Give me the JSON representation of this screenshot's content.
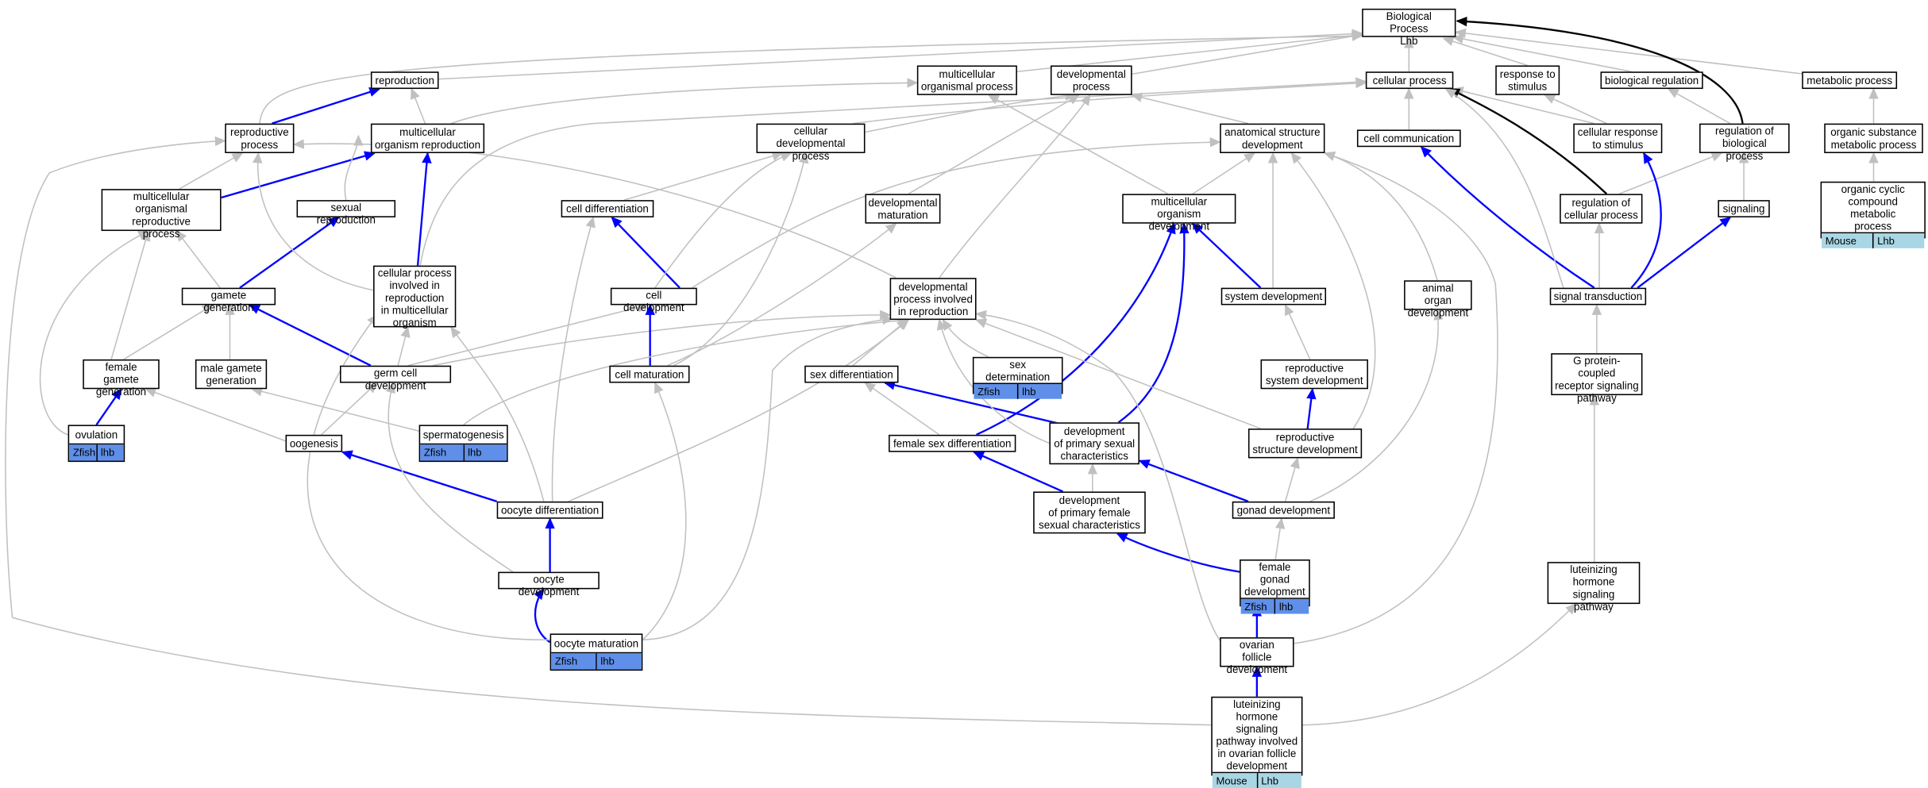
{
  "colors": {
    "edge_gray": "#c0c0c0",
    "edge_blue": "#0000ff",
    "edge_black": "#000000",
    "zfish_fill": "#5f8fe8",
    "mouse_fill": "#a9d6e4"
  },
  "nodes": [
    {
      "id": "bp",
      "label": "Biological Process\nLhb"
    },
    {
      "id": "reproduction",
      "label": "reproduction"
    },
    {
      "id": "mcop",
      "label": "multicellular\norganismal process"
    },
    {
      "id": "devproc",
      "label": "developmental\nprocess"
    },
    {
      "id": "cellproc",
      "label": "cellular process"
    },
    {
      "id": "respstim",
      "label": "response to\nstimulus"
    },
    {
      "id": "bioreg",
      "label": "biological regulation"
    },
    {
      "id": "metab",
      "label": "metabolic process"
    },
    {
      "id": "reproproc",
      "label": "reproductive\nprocess"
    },
    {
      "id": "mcorgrep",
      "label": "multicellular\norganism reproduction"
    },
    {
      "id": "celldevproc",
      "label": "cellular developmental\nprocess"
    },
    {
      "id": "anatdev",
      "label": "anatomical structure\ndevelopment"
    },
    {
      "id": "cellcomm",
      "label": "cell communication"
    },
    {
      "id": "cellresp",
      "label": "cellular response\nto stimulus"
    },
    {
      "id": "regbio",
      "label": "regulation of\nbiological process"
    },
    {
      "id": "orgsub",
      "label": "organic substance\nmetabolic process"
    },
    {
      "id": "mcorgrepproc",
      "label": "multicellular\norganismal reproductive\nprocess"
    },
    {
      "id": "sexrep",
      "label": "sexual reproduction"
    },
    {
      "id": "celldiff",
      "label": "cell differentiation"
    },
    {
      "id": "devmat",
      "label": "developmental\nmaturation"
    },
    {
      "id": "mcorgdev",
      "label": "multicellular\norganism development"
    },
    {
      "id": "regcell",
      "label": "regulation of\ncellular process"
    },
    {
      "id": "signaling",
      "label": "signaling"
    },
    {
      "id": "orgcyc",
      "label": "organic cyclic\ncompound metabolic\nprocess",
      "anns": [
        "Mouse",
        "Lhb"
      ],
      "ann_type": "mouse"
    },
    {
      "id": "gamgen",
      "label": "gamete generation"
    },
    {
      "id": "cpimr",
      "label": "cellular process\ninvolved in\nreproduction\nin multicellular\norganism"
    },
    {
      "id": "celldev",
      "label": "cell development"
    },
    {
      "id": "dpir",
      "label": "developmental\nprocess involved\nin reproduction"
    },
    {
      "id": "sysdev",
      "label": "system development"
    },
    {
      "id": "animorg",
      "label": "animal organ\ndevelopment"
    },
    {
      "id": "sigtrans",
      "label": "signal transduction"
    },
    {
      "id": "femgam",
      "label": "female gamete\ngeneration"
    },
    {
      "id": "malegam",
      "label": "male gamete\ngeneration"
    },
    {
      "id": "germcell",
      "label": "germ cell development"
    },
    {
      "id": "cellmat",
      "label": "cell maturation"
    },
    {
      "id": "sexdiff",
      "label": "sex differentiation"
    },
    {
      "id": "sexdet",
      "label": "sex determination",
      "anns": [
        "Zfish",
        "lhb"
      ],
      "ann_type": "zfish"
    },
    {
      "id": "repsysdev",
      "label": "reproductive\nsystem development"
    },
    {
      "id": "gpcr",
      "label": "G protein-coupled\nreceptor signaling\npathway"
    },
    {
      "id": "ovulation",
      "label": "ovulation",
      "anns": [
        "Zfish",
        "lhb"
      ],
      "ann_type": "zfish"
    },
    {
      "id": "oogenesis",
      "label": "oogenesis"
    },
    {
      "id": "spermato",
      "label": "spermatogenesis",
      "anns": [
        "Zfish",
        "lhb"
      ],
      "ann_type": "zfish"
    },
    {
      "id": "femsexdiff",
      "label": "female sex differentiation"
    },
    {
      "id": "devprimsex",
      "label": "development\nof primary sexual\ncharacteristics"
    },
    {
      "id": "repstructdev",
      "label": "reproductive\nstructure development"
    },
    {
      "id": "oocytediff",
      "label": "oocyte differentiation"
    },
    {
      "id": "devprimfem",
      "label": "development\nof primary female\nsexual characteristics"
    },
    {
      "id": "gonaddev",
      "label": "gonad development"
    },
    {
      "id": "femgonad",
      "label": "female gonad\ndevelopment",
      "anns": [
        "Zfish",
        "lhb"
      ],
      "ann_type": "zfish"
    },
    {
      "id": "lhsig",
      "label": "luteinizing\nhormone signaling\npathway"
    },
    {
      "id": "oocytedev",
      "label": "oocyte development"
    },
    {
      "id": "oocytemat",
      "label": "oocyte maturation",
      "anns": [
        "Zfish",
        "lhb"
      ],
      "ann_type": "zfish"
    },
    {
      "id": "ovfoll",
      "label": "ovarian follicle\ndevelopment"
    },
    {
      "id": "lhovfoll",
      "label": "luteinizing\nhormone signaling\npathway involved\nin ovarian follicle\ndevelopment",
      "anns": [
        "Mouse",
        "Lhb"
      ],
      "ann_type": "mouse"
    }
  ],
  "edges": [
    {
      "from": "reproduction",
      "to": "bp",
      "type": "gray"
    },
    {
      "from": "mcop",
      "to": "bp",
      "type": "gray"
    },
    {
      "from": "devproc",
      "to": "bp",
      "type": "gray"
    },
    {
      "from": "cellproc",
      "to": "bp",
      "type": "gray"
    },
    {
      "from": "respstim",
      "to": "bp",
      "type": "gray"
    },
    {
      "from": "bioreg",
      "to": "bp",
      "type": "gray"
    },
    {
      "from": "metab",
      "to": "bp",
      "type": "gray"
    },
    {
      "from": "regbio",
      "to": "bp",
      "type": "black"
    },
    {
      "from": "reproproc",
      "to": "bp",
      "type": "gray"
    },
    {
      "from": "reproproc",
      "to": "reproduction",
      "type": "blue"
    },
    {
      "from": "mcorgrep",
      "to": "reproduction",
      "type": "gray"
    },
    {
      "from": "mcorgrep",
      "to": "mcop",
      "type": "gray"
    },
    {
      "from": "celldevproc",
      "to": "cellproc",
      "type": "gray"
    },
    {
      "from": "celldevproc",
      "to": "devproc",
      "type": "gray"
    },
    {
      "from": "anatdev",
      "to": "devproc",
      "type": "gray"
    },
    {
      "from": "cellcomm",
      "to": "cellproc",
      "type": "gray"
    },
    {
      "from": "cellresp",
      "to": "cellproc",
      "type": "gray"
    },
    {
      "from": "cellresp",
      "to": "respstim",
      "type": "gray"
    },
    {
      "from": "regbio",
      "to": "bioreg",
      "type": "gray"
    },
    {
      "from": "orgsub",
      "to": "metab",
      "type": "gray"
    },
    {
      "from": "mcorgrepproc",
      "to": "reproproc",
      "type": "gray"
    },
    {
      "from": "mcorgrepproc",
      "to": "mcorgrep",
      "type": "blue"
    },
    {
      "from": "sexrep",
      "to": "reproproc",
      "type": "gray"
    },
    {
      "from": "celldiff",
      "to": "celldevproc",
      "type": "gray"
    },
    {
      "from": "devmat",
      "to": "devproc",
      "type": "gray"
    },
    {
      "from": "mcorgdev",
      "to": "mcop",
      "type": "gray"
    },
    {
      "from": "mcorgdev",
      "to": "anatdev",
      "type": "gray"
    },
    {
      "from": "regcell",
      "to": "cellproc",
      "type": "black"
    },
    {
      "from": "regcell",
      "to": "regbio",
      "type": "gray"
    },
    {
      "from": "signaling",
      "to": "regbio",
      "type": "gray"
    },
    {
      "from": "orgcyc",
      "to": "orgsub",
      "type": "gray"
    },
    {
      "from": "gamgen",
      "to": "mcorgrepproc",
      "type": "gray"
    },
    {
      "from": "gamgen",
      "to": "sexrep",
      "type": "blue"
    },
    {
      "from": "cpimr",
      "to": "mcorgrep",
      "type": "blue"
    },
    {
      "from": "cpimr",
      "to": "reproproc",
      "type": "gray"
    },
    {
      "from": "cpimr",
      "to": "cellproc",
      "type": "gray"
    },
    {
      "from": "celldev",
      "to": "celldiff",
      "type": "blue"
    },
    {
      "from": "celldev",
      "to": "celldevproc",
      "type": "gray"
    },
    {
      "from": "celldev",
      "to": "anatdev",
      "type": "gray"
    },
    {
      "from": "dpir",
      "to": "devproc",
      "type": "gray"
    },
    {
      "from": "dpir",
      "to": "reproproc",
      "type": "gray"
    },
    {
      "from": "sysdev",
      "to": "mcorgdev",
      "type": "blue"
    },
    {
      "from": "sysdev",
      "to": "anatdev",
      "type": "gray"
    },
    {
      "from": "animorg",
      "to": "anatdev",
      "type": "gray"
    },
    {
      "from": "sigtrans",
      "to": "cellcomm",
      "type": "blue"
    },
    {
      "from": "sigtrans",
      "to": "cellresp",
      "type": "blue"
    },
    {
      "from": "sigtrans",
      "to": "signaling",
      "type": "blue"
    },
    {
      "from": "sigtrans",
      "to": "regcell",
      "type": "gray"
    },
    {
      "from": "sigtrans",
      "to": "cellproc",
      "type": "gray"
    },
    {
      "from": "femgam",
      "to": "gamgen",
      "type": "gray"
    },
    {
      "from": "femgam",
      "to": "mcorgrepproc",
      "type": "gray"
    },
    {
      "from": "malegam",
      "to": "gamgen",
      "type": "gray"
    },
    {
      "from": "germcell",
      "to": "gamgen",
      "type": "blue"
    },
    {
      "from": "germcell",
      "to": "cpimr",
      "type": "gray"
    },
    {
      "from": "germcell",
      "to": "celldev",
      "type": "gray"
    },
    {
      "from": "germcell",
      "to": "dpir",
      "type": "gray"
    },
    {
      "from": "cellmat",
      "to": "celldev",
      "type": "blue"
    },
    {
      "from": "cellmat",
      "to": "devmat",
      "type": "gray"
    },
    {
      "from": "cellmat",
      "to": "celldevproc",
      "type": "gray"
    },
    {
      "from": "sexdiff",
      "to": "dpir",
      "type": "gray"
    },
    {
      "from": "sexdet",
      "to": "dpir",
      "type": "gray"
    },
    {
      "from": "repsysdev",
      "to": "sysdev",
      "type": "gray"
    },
    {
      "from": "gpcr",
      "to": "sigtrans",
      "type": "gray"
    },
    {
      "from": "ovulation",
      "to": "femgam",
      "type": "blue"
    },
    {
      "from": "ovulation",
      "to": "mcorgrepproc",
      "type": "gray"
    },
    {
      "from": "oogenesis",
      "to": "femgam",
      "type": "gray"
    },
    {
      "from": "oogenesis",
      "to": "germcell",
      "type": "gray"
    },
    {
      "from": "spermato",
      "to": "malegam",
      "type": "gray"
    },
    {
      "from": "spermato",
      "to": "dpir",
      "type": "gray"
    },
    {
      "from": "femsexdiff",
      "to": "sexdiff",
      "type": "gray"
    },
    {
      "from": "femsexdiff",
      "to": "mcorgdev",
      "type": "blue"
    },
    {
      "from": "devprimsex",
      "to": "sexdiff",
      "type": "blue"
    },
    {
      "from": "devprimsex",
      "to": "mcorgdev",
      "type": "blue"
    },
    {
      "from": "devprimsex",
      "to": "dpir",
      "type": "gray"
    },
    {
      "from": "repstructdev",
      "to": "repsysdev",
      "type": "blue"
    },
    {
      "from": "repstructdev",
      "to": "anatdev",
      "type": "gray"
    },
    {
      "from": "repstructdev",
      "to": "dpir",
      "type": "gray"
    },
    {
      "from": "oocytediff",
      "to": "oogenesis",
      "type": "blue"
    },
    {
      "from": "oocytediff",
      "to": "celldiff",
      "type": "gray"
    },
    {
      "from": "oocytediff",
      "to": "cpimr",
      "type": "gray"
    },
    {
      "from": "oocytediff",
      "to": "dpir",
      "type": "gray"
    },
    {
      "from": "devprimfem",
      "to": "femsexdiff",
      "type": "blue"
    },
    {
      "from": "devprimfem",
      "to": "devprimsex",
      "type": "gray"
    },
    {
      "from": "gonaddev",
      "to": "devprimsex",
      "type": "blue"
    },
    {
      "from": "gonaddev",
      "to": "repstructdev",
      "type": "gray"
    },
    {
      "from": "gonaddev",
      "to": "animorg",
      "type": "gray"
    },
    {
      "from": "femgonad",
      "to": "devprimfem",
      "type": "blue"
    },
    {
      "from": "femgonad",
      "to": "gonaddev",
      "type": "gray"
    },
    {
      "from": "lhsig",
      "to": "gpcr",
      "type": "gray"
    },
    {
      "from": "oocytedev",
      "to": "oocytediff",
      "type": "blue"
    },
    {
      "from": "oocytedev",
      "to": "germcell",
      "type": "gray"
    },
    {
      "from": "oocytemat",
      "to": "oocytedev",
      "type": "blue"
    },
    {
      "from": "oocytemat",
      "to": "cellmat",
      "type": "gray"
    },
    {
      "from": "oocytemat",
      "to": "cpimr",
      "type": "gray"
    },
    {
      "from": "oocytemat",
      "to": "dpir",
      "type": "gray"
    },
    {
      "from": "ovfoll",
      "to": "femgonad",
      "type": "blue"
    },
    {
      "from": "ovfoll",
      "to": "dpir",
      "type": "gray"
    },
    {
      "from": "ovfoll",
      "to": "anatdev",
      "type": "gray"
    },
    {
      "from": "lhovfoll",
      "to": "ovfoll",
      "type": "blue"
    },
    {
      "from": "lhovfoll",
      "to": "lhsig",
      "type": "gray"
    },
    {
      "from": "lhovfoll",
      "to": "reproproc",
      "type": "gray"
    }
  ]
}
